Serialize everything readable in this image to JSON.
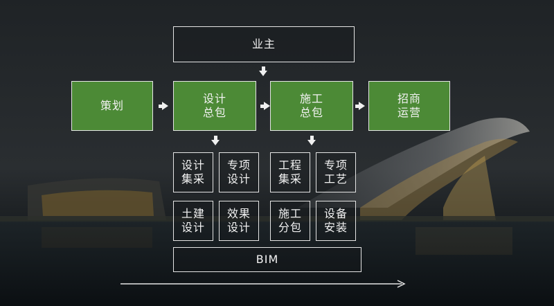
{
  "owner": {
    "label": "业主"
  },
  "stages": [
    {
      "label": "策划"
    },
    {
      "label": "设计\n总包"
    },
    {
      "label": "施工\n总包"
    },
    {
      "label": "招商\n运营"
    }
  ],
  "design_subitems": [
    {
      "label": "设计\n集采"
    },
    {
      "label": "专项\n设计"
    },
    {
      "label": "土建\n设计"
    },
    {
      "label": "效果\n设计"
    }
  ],
  "construction_subitems": [
    {
      "label": "工程\n集采"
    },
    {
      "label": "专项\n工艺"
    },
    {
      "label": "施工\n分包"
    },
    {
      "label": "设备\n安装"
    }
  ],
  "bim": {
    "label": "BIM"
  },
  "colors": {
    "stage_green": "#4c8a36",
    "box_border": "#e6e6e6",
    "arrow": "#f0f0f0"
  },
  "icons": {
    "flow_arrow": "arrow-right-icon",
    "drop_arrow": "arrow-down-icon",
    "timeline": "long-arrow-right-icon"
  }
}
